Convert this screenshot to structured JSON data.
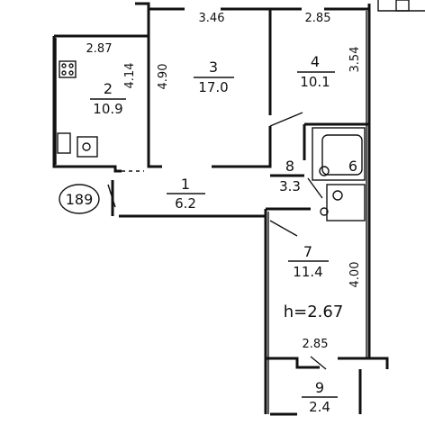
{
  "plan_number": "189",
  "ceiling_height": "h=2.67",
  "rooms": [
    {
      "id": "1",
      "area": "6.2"
    },
    {
      "id": "2",
      "area": "10.9"
    },
    {
      "id": "3",
      "area": "17.0"
    },
    {
      "id": "4",
      "area": "10.1"
    },
    {
      "id": "6",
      "area": ""
    },
    {
      "id": "7",
      "area": "11.4"
    },
    {
      "id": "8",
      "area": "3.3"
    },
    {
      "id": "9",
      "area": "2.4"
    }
  ],
  "dimensions": {
    "room3_top": "3.46",
    "room4_top": "2.85",
    "room2_top": "2.87",
    "room2_side": "4.14",
    "room3_side": "4.90",
    "room4_side": "3.54",
    "room7_side": "4.00",
    "room9_top": "2.85"
  }
}
